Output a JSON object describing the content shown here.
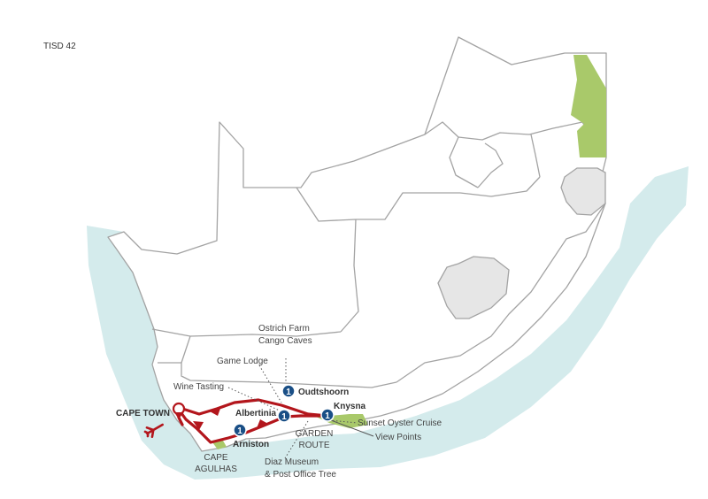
{
  "map": {
    "code": "TISD 42",
    "start": "CAPE TOWN",
    "stops": [
      {
        "name": "Oudtshoorn",
        "nights": "1"
      },
      {
        "name": "Albertinia",
        "nights": "1"
      },
      {
        "name": "Knysna",
        "nights": "1"
      },
      {
        "name": "Arniston",
        "nights": "1"
      }
    ],
    "regions": {
      "cape_agulhas_1": "CAPE",
      "cape_agulhas_2": "AGULHAS",
      "garden_route_1": "GARDEN",
      "garden_route_2": "ROUTE"
    },
    "activities": {
      "ostrich_farm": "Ostrich Farm",
      "cango_caves": "Cango Caves",
      "game_lodge": "Game Lodge",
      "wine_tasting": "Wine Tasting",
      "sunset_oyster_cruise": "Sunset Oyster Cruise",
      "view_points": "View Points",
      "diaz_museum_1": "Diaz Museum",
      "diaz_museum_2": "& Post Office Tree"
    },
    "colors": {
      "route": "#b3161c",
      "badge": "#1a4f86",
      "park": "#a9c96a",
      "ocean": "#d4ebec"
    },
    "icons": [
      "airplane-icon",
      "map-pin-icon"
    ]
  }
}
